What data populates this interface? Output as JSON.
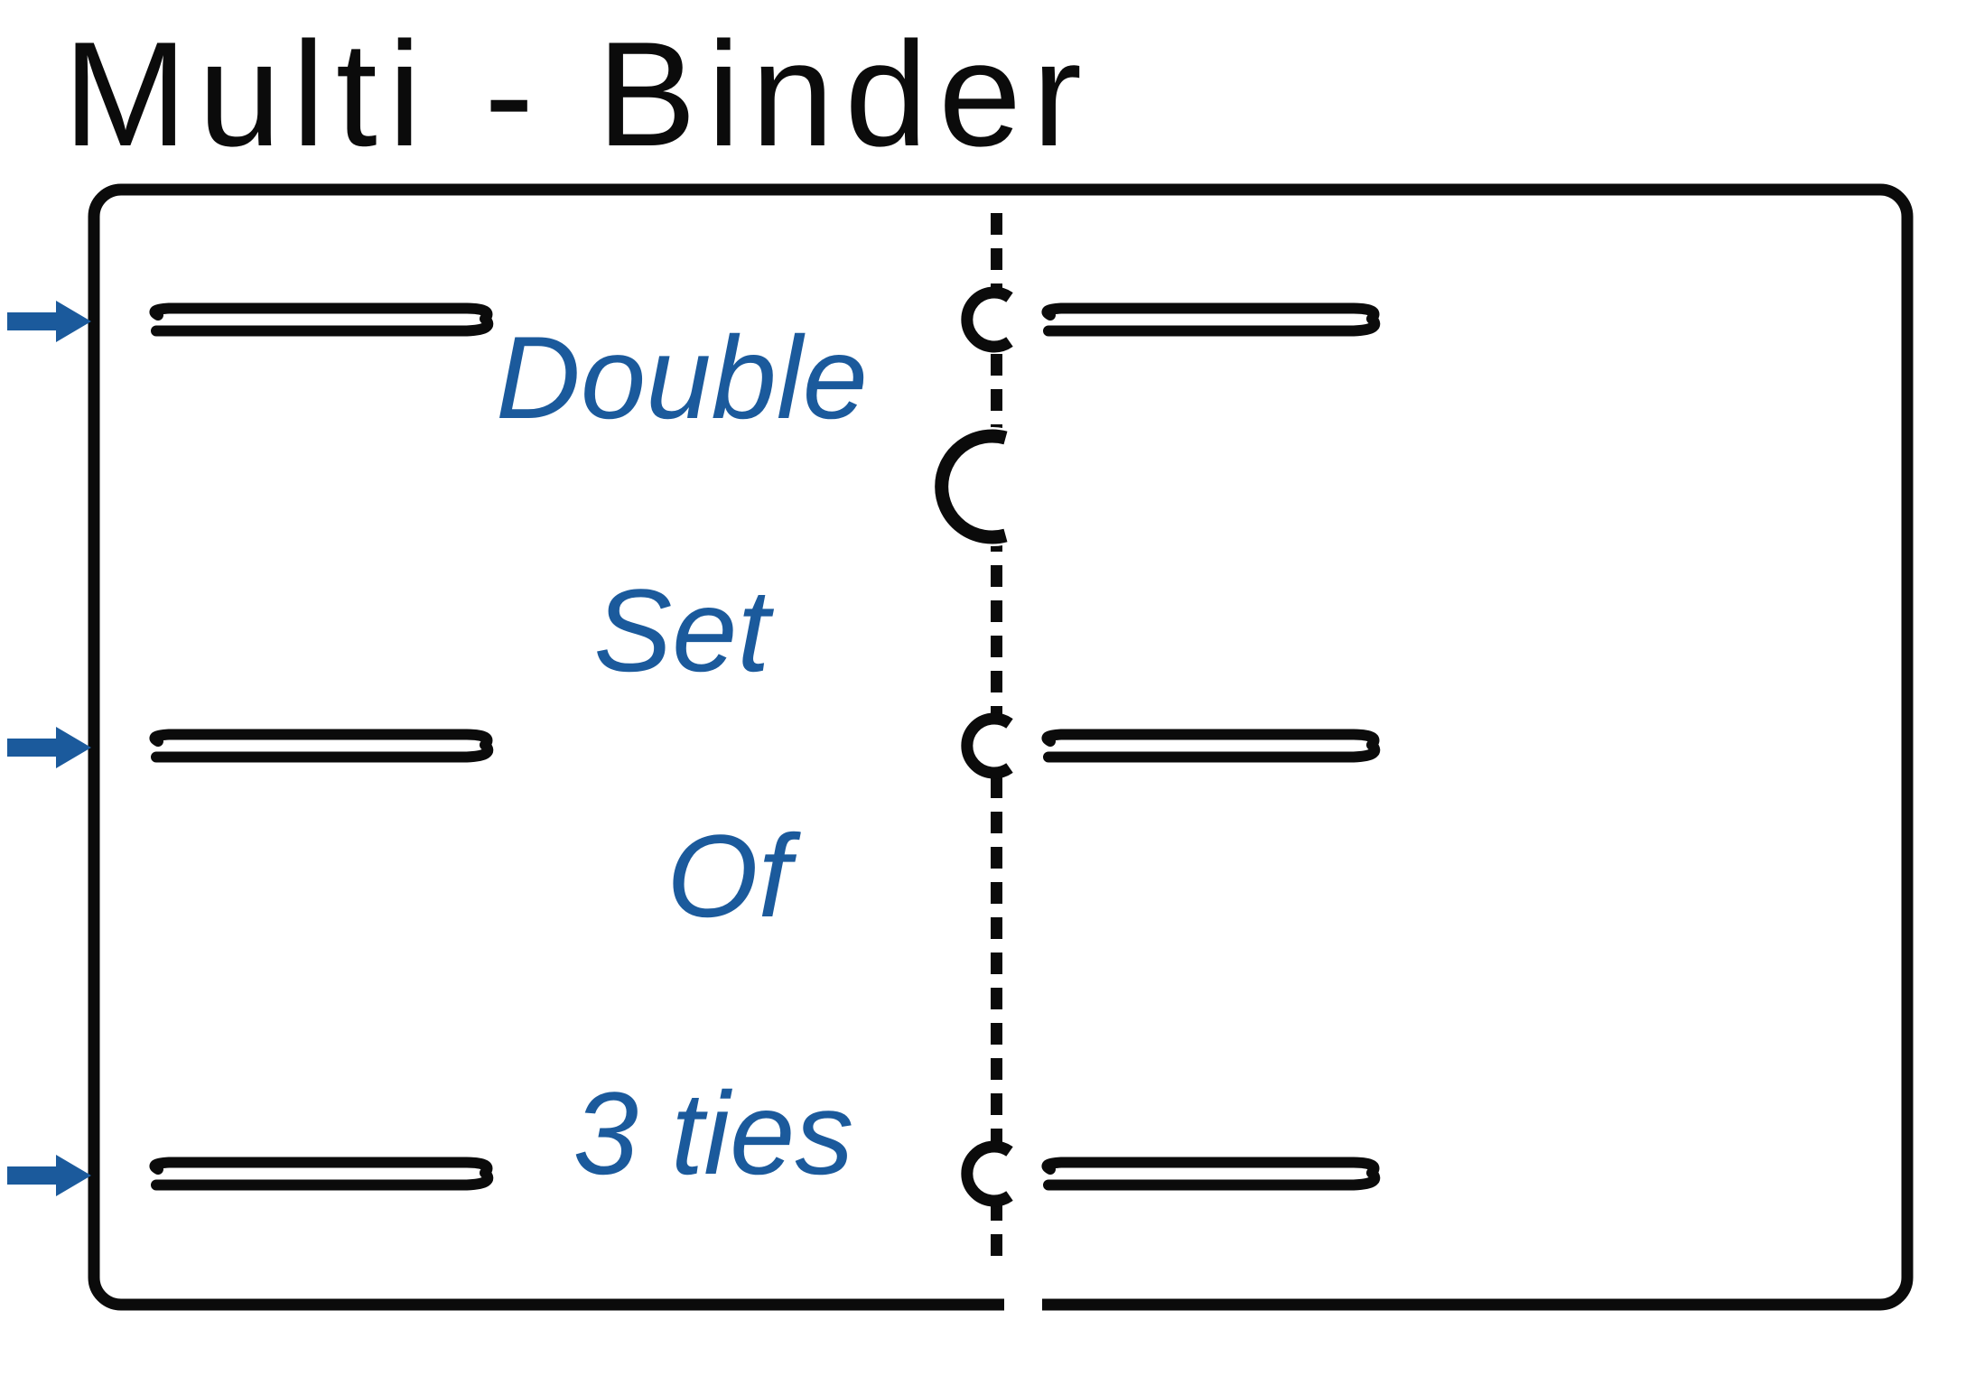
{
  "title": "Multi - Binder",
  "labels": {
    "annotation_lines": [
      "Double",
      "Set",
      "Of",
      "3 ties"
    ]
  },
  "colors": {
    "ink": "#0b0b0b",
    "blue": "#1b5a9c",
    "background": "#ffffff"
  },
  "binder": {
    "tie_rows": 3,
    "ties_per_row": 2,
    "row_centers_y": [
      354,
      826,
      1300
    ],
    "pointer_arrows": 3,
    "small_rings": 3,
    "large_rings": 1
  }
}
